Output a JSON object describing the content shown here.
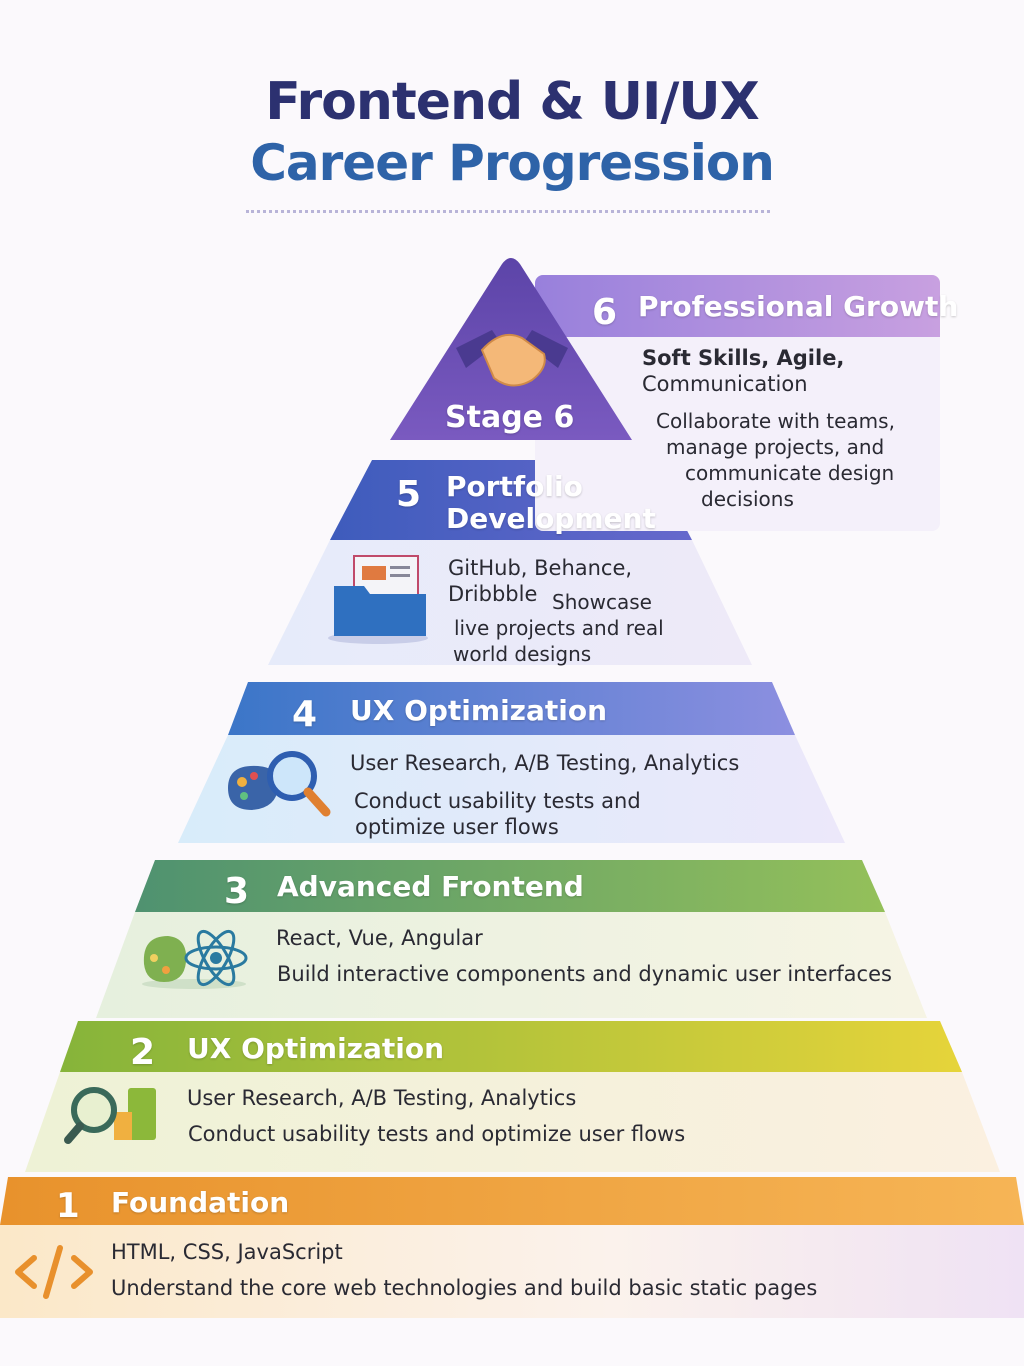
{
  "title": {
    "line1": "Frontend & UI/UX",
    "line2": "Career Progression"
  },
  "stages": [
    {
      "number": "1",
      "title": "Foundation",
      "skills": "HTML, CSS, JavaScript",
      "description": "Understand the core web technologies and build basic static pages",
      "icon": "code-brackets-icon",
      "color": "#f0a23a"
    },
    {
      "number": "2",
      "title": "UX Optimization",
      "skills": "User Research, A/B Testing, Analytics",
      "description": "Conduct usability tests and optimize user flows",
      "icon": "analytics-magnifier-icon",
      "color": "#b8c83a"
    },
    {
      "number": "3",
      "title": "Advanced Frontend",
      "skills": "React, Vue, Angular",
      "description": "Build interactive components and dynamic user interfaces",
      "icon": "react-atom-icon",
      "color": "#6fa860"
    },
    {
      "number": "4",
      "title": "UX Optimization",
      "skills": "User Research, A/B Testing, Analytics",
      "description_lines": [
        "Conduct usability tests and",
        "optimize user flows"
      ],
      "icon": "palette-magnifier-icon",
      "color": "#4a82d0"
    },
    {
      "number": "5",
      "title_lines": [
        "Portfolio",
        "Development"
      ],
      "skills_lines": [
        "GitHub, Behance,",
        "Dribbble"
      ],
      "description_lines": [
        "Showcase",
        "live projects and real",
        "world designs"
      ],
      "icon": "portfolio-folder-icon",
      "color": "#4a60c0"
    },
    {
      "number": "6",
      "title": "Professional Growth",
      "badge": "Stage 6",
      "skills_lines": [
        "Soft Skills, Agile,",
        "Communication"
      ],
      "description_lines": [
        "Collaborate with teams,",
        "manage projects, and",
        "communicate design",
        "decisions"
      ],
      "icon": "handshake-icon",
      "color": "#6a4fb0"
    }
  ]
}
